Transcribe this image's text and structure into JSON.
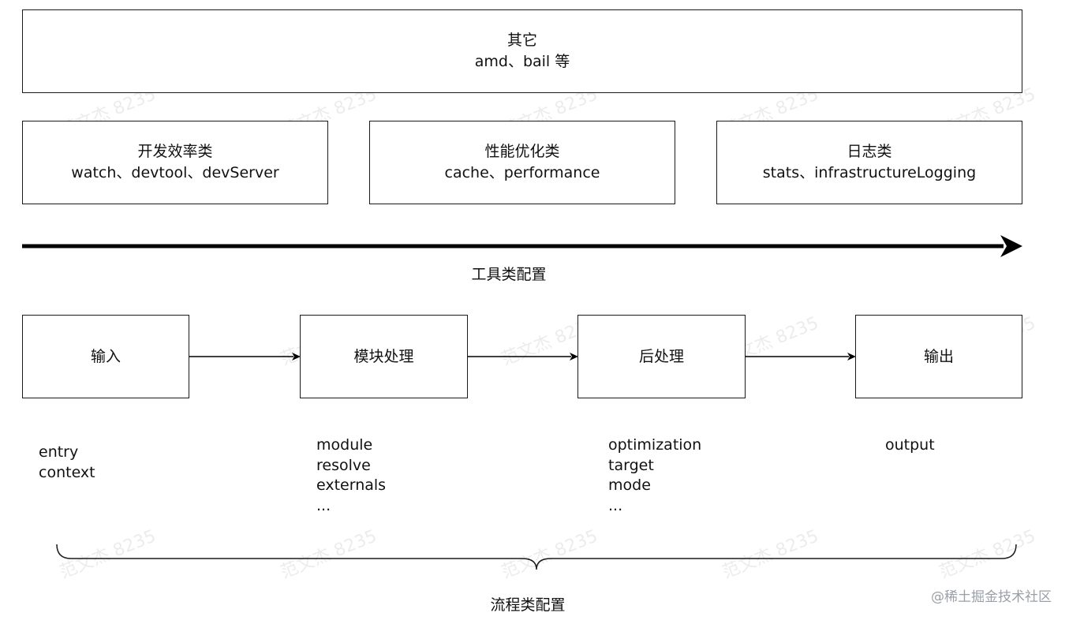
{
  "top_box": {
    "title": "其它",
    "subtitle": "amd、bail 等"
  },
  "tool_boxes": [
    {
      "title": "开发效率类",
      "subtitle": "watch、devtool、devServer"
    },
    {
      "title": "性能优化类",
      "subtitle": "cache、performance"
    },
    {
      "title": "日志类",
      "subtitle": "stats、infrastructureLogging"
    }
  ],
  "tool_axis_label": "工具类配置",
  "flow_steps": [
    {
      "label": "输入",
      "items": [
        "entry",
        "context"
      ]
    },
    {
      "label": "模块处理",
      "items": [
        "module",
        "resolve",
        "externals",
        "..."
      ]
    },
    {
      "label": "后处理",
      "items": [
        "optimization",
        "target",
        "mode",
        "..."
      ]
    },
    {
      "label": "输出",
      "items": [
        "output"
      ]
    }
  ],
  "flow_brace_label": "流程类配置",
  "watermark_text": "范文杰 8235",
  "source_mark": "@稀土掘金技术社区",
  "colors": {
    "stroke": "#1a1a1a",
    "background": "#ffffff",
    "source_mark": "#9aa0a6"
  }
}
